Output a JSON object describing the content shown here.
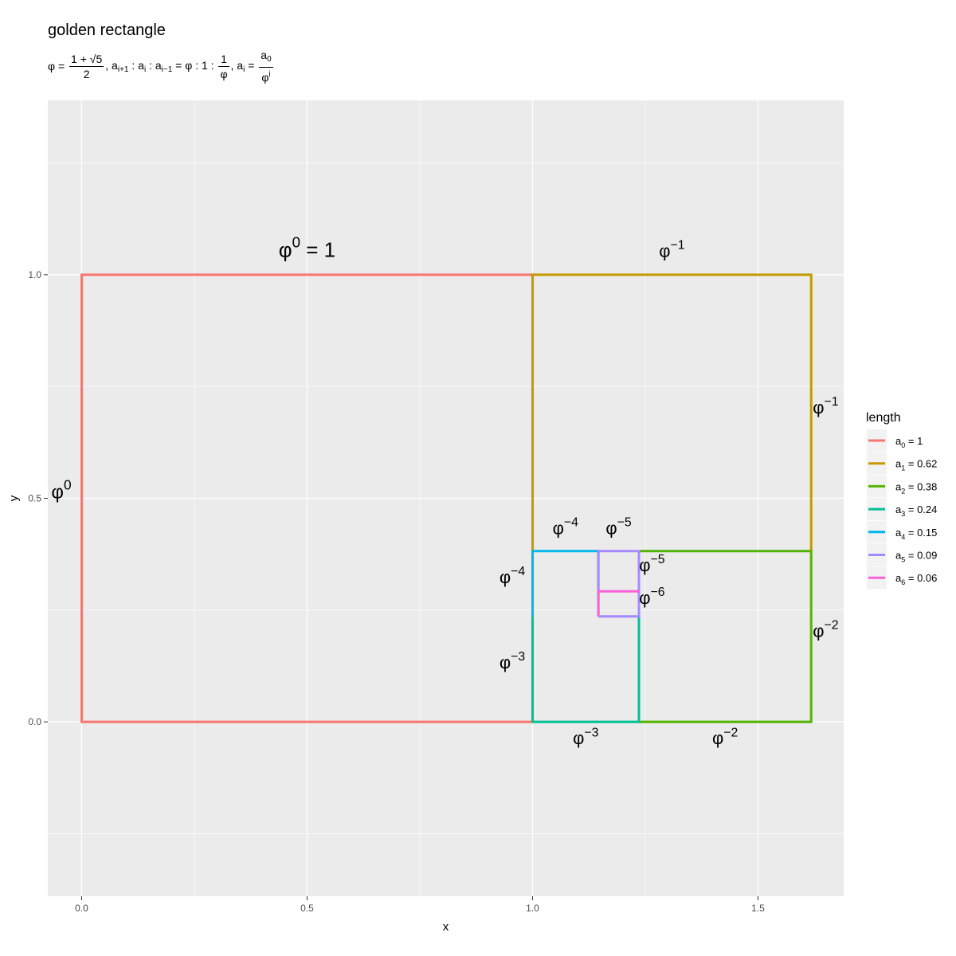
{
  "title": "golden rectangle",
  "subtitle": {
    "phi_def_lhs": "φ =",
    "phi_def_num": "1 + √5",
    "phi_def_den": "2",
    "ratio_text": ", a",
    "ratio_i1": "i+1",
    "ratio_mid1": " : a",
    "ratio_i": "i",
    "ratio_mid2": " : a",
    "ratio_im1": "i−1",
    "ratio_eq": " = φ : 1 :",
    "inv_num": "1",
    "inv_den": "φ",
    "ai_text": ", a",
    "ai_sub": "i",
    "ai_eq": " =",
    "ai_num": "a",
    "ai_num_sub": "0",
    "ai_den": "φ",
    "ai_den_sup": "i"
  },
  "chart_data": {
    "type": "line",
    "xlabel": "x",
    "ylabel": "y",
    "xlim": [
      -0.075,
      1.69
    ],
    "ylim": [
      -0.39,
      1.39
    ],
    "xticks": [
      "0.0",
      "0.5",
      "1.0",
      "1.5"
    ],
    "xtick_values": [
      0,
      0.5,
      1.0,
      1.5
    ],
    "yticks": [
      "0.0",
      "0.5",
      "1.0"
    ],
    "ytick_values": [
      0,
      0.5,
      1.0
    ],
    "background": "#EBEBEB",
    "grid_major": "#FFFFFF",
    "grid": true,
    "legend_title": "length",
    "legend_position": "right",
    "series": [
      {
        "name": "a₀ = 1",
        "label_base": "a",
        "label_sub": "0",
        "label_value": " = 1",
        "color": "#F8766D",
        "path": [
          [
            1,
            1
          ],
          [
            0,
            1
          ],
          [
            0,
            0
          ],
          [
            1,
            0
          ]
        ]
      },
      {
        "name": "a₁ = 0.62",
        "label_base": "a",
        "label_sub": "1",
        "label_value": " = 0.62",
        "color": "#C49A00",
        "path": [
          [
            1,
            0.382
          ],
          [
            1,
            1
          ],
          [
            1.618,
            1
          ],
          [
            1.618,
            0.382
          ]
        ]
      },
      {
        "name": "a₂ = 0.38",
        "label_base": "a",
        "label_sub": "2",
        "label_value": " = 0.38",
        "color": "#53B400",
        "path": [
          [
            1.236,
            0.382
          ],
          [
            1.618,
            0.382
          ],
          [
            1.618,
            0
          ],
          [
            1.236,
            0
          ]
        ]
      },
      {
        "name": "a₃ = 0.24",
        "label_base": "a",
        "label_sub": "3",
        "label_value": " = 0.24",
        "color": "#00C094",
        "path": [
          [
            1.236,
            0.236
          ],
          [
            1.236,
            0
          ],
          [
            1,
            0
          ],
          [
            1,
            0.236
          ]
        ]
      },
      {
        "name": "a₄ = 0.15",
        "label_base": "a",
        "label_sub": "4",
        "label_value": " = 0.15",
        "color": "#00B6EB",
        "path": [
          [
            1,
            0.236
          ],
          [
            1,
            0.382
          ],
          [
            1.146,
            0.382
          ],
          [
            1.146,
            0.236
          ]
        ]
      },
      {
        "name": "a₅ = 0.09",
        "label_base": "a",
        "label_sub": "5",
        "label_value": " = 0.09",
        "color": "#A58AFF",
        "path": [
          [
            1.146,
            0.292
          ],
          [
            1.146,
            0.382
          ],
          [
            1.236,
            0.382
          ],
          [
            1.236,
            0.236
          ],
          [
            1.146,
            0.236
          ]
        ]
      },
      {
        "name": "a₆ = 0.06",
        "label_base": "a",
        "label_sub": "6",
        "label_value": " = 0.06",
        "color": "#FB61D7",
        "path": [
          [
            1.146,
            0.236
          ],
          [
            1.146,
            0.292
          ],
          [
            1.236,
            0.292
          ]
        ]
      }
    ],
    "annotations": [
      {
        "x": 0.5,
        "y": 1.04,
        "base": "φ",
        "exp": "0",
        "suffix": " = 1",
        "size": 26
      },
      {
        "x": -0.045,
        "y": 0.5,
        "base": "φ",
        "exp": "0",
        "suffix": "",
        "size": 24
      },
      {
        "x": 1.309,
        "y": 1.04,
        "base": "φ",
        "exp": "−1",
        "suffix": "",
        "size": 22
      },
      {
        "x": 1.65,
        "y": 0.69,
        "base": "φ",
        "exp": "−1",
        "suffix": "",
        "size": 22
      },
      {
        "x": 1.65,
        "y": 0.19,
        "base": "φ",
        "exp": "−2",
        "suffix": "",
        "size": 22
      },
      {
        "x": 1.427,
        "y": -0.05,
        "base": "φ",
        "exp": "−2",
        "suffix": "",
        "size": 22
      },
      {
        "x": 0.955,
        "y": 0.12,
        "base": "φ",
        "exp": "−3",
        "suffix": "",
        "size": 22
      },
      {
        "x": 1.118,
        "y": -0.05,
        "base": "φ",
        "exp": "−3",
        "suffix": "",
        "size": 22
      },
      {
        "x": 0.955,
        "y": 0.31,
        "base": "φ",
        "exp": "−4",
        "suffix": "",
        "size": 22
      },
      {
        "x": 1.073,
        "y": 0.42,
        "base": "φ",
        "exp": "−4",
        "suffix": "",
        "size": 22
      },
      {
        "x": 1.191,
        "y": 0.42,
        "base": "φ",
        "exp": "−5",
        "suffix": "",
        "size": 22
      },
      {
        "x": 1.265,
        "y": 0.337,
        "base": "φ",
        "exp": "−5",
        "suffix": "",
        "size": 22
      },
      {
        "x": 1.265,
        "y": 0.264,
        "base": "φ",
        "exp": "−6",
        "suffix": "",
        "size": 22
      }
    ]
  }
}
